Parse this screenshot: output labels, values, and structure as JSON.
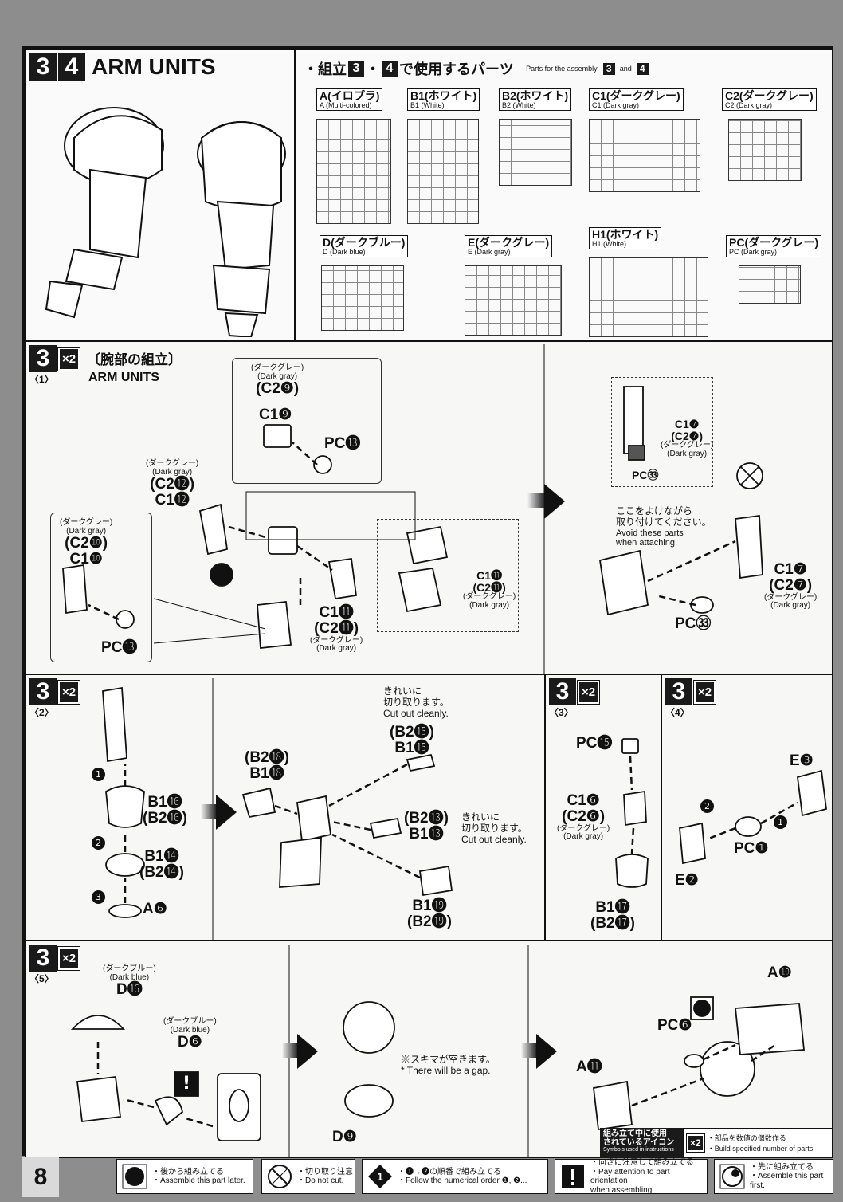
{
  "header": {
    "steps": [
      "3",
      "4"
    ],
    "title": "ARM UNITS",
    "parts_jp_prefix": "・組立",
    "parts_jp_mid": "・",
    "parts_jp_suffix": "で使用するパーツ",
    "parts_en": "- Parts for the assembly",
    "parts_en_and": "and"
  },
  "runners": [
    {
      "jp": "A(イロプラ)",
      "en": "A (Multi-colored)"
    },
    {
      "jp": "B1(ホワイト)",
      "en": "B1 (White)"
    },
    {
      "jp": "B2(ホワイト)",
      "en": "B2 (White)"
    },
    {
      "jp": "C1(ダークグレー)",
      "en": "C1 (Dark gray)"
    },
    {
      "jp": "C2(ダークグレー)",
      "en": "C2 (Dark gray)"
    },
    {
      "jp": "D(ダークブルー)",
      "en": "D (Dark blue)"
    },
    {
      "jp": "E(ダークグレー)",
      "en": "E (Dark gray)"
    },
    {
      "jp": "H1(ホワイト)",
      "en": "H1 (White)"
    },
    {
      "jp": "PC(ダークグレー)",
      "en": "PC (Dark gray)"
    }
  ],
  "step1": {
    "num": "3",
    "sub": "〈1〉",
    "mult": "×2",
    "title_jp": "〔腕部の組立〕",
    "title_en": "ARM UNITS",
    "color_jp": "(ダークグレー)",
    "color_en": "(Dark gray)",
    "labels": {
      "c2_9": "(C2❾)",
      "c1_9": "C1❾",
      "pc_13": "PC⓭",
      "c2_12": "(C2⓬)",
      "c1_12": "C1⓬",
      "c2_10": "(C2❿)",
      "c1_10": "C1❿",
      "c1_11": "C1⓫",
      "c2_11": "(C2⓫)",
      "c1_7": "C1❼",
      "c2_7": "(C2❼)",
      "pc_33": "PC㉝"
    },
    "avoid_jp": "ここをよけながら\n取り付けてください。",
    "avoid_en": "Avoid these parts\nwhen attaching."
  },
  "step2": {
    "num": "3",
    "sub": "〈2〉",
    "mult": "×2",
    "order": [
      "1",
      "2",
      "3"
    ],
    "labels": {
      "b1_16": "B1⓰",
      "b2_16": "(B2⓰)",
      "b1_14": "B1⓮",
      "b2_14": "(B2⓮)",
      "a_6": "A❻",
      "b2_18": "(B2⓲)",
      "b1_18": "B1⓲",
      "b2_15": "(B2⓯)",
      "b1_15": "B1⓯",
      "b2_13": "(B2⓭)",
      "b1_13": "B1⓭",
      "b1_19": "B1⓳",
      "b2_19": "(B2⓳)"
    },
    "cut_jp": "きれいに\n切り取ります。",
    "cut_en": "Cut out cleanly."
  },
  "step3": {
    "num": "3",
    "sub": "〈3〉",
    "mult": "×2",
    "labels": {
      "pc_15": "PC⓯",
      "c1_6": "C1❻",
      "c2_6": "(C2❻)",
      "b1_17": "B1⓱",
      "b2_17": "(B2⓱)"
    },
    "color_jp": "(ダークグレー)",
    "color_en": "(Dark gray)"
  },
  "step4": {
    "num": "3",
    "sub": "〈4〉",
    "mult": "×2",
    "labels": {
      "e_3": "E❸",
      "pc_1": "PC❶",
      "e_2": "E❷"
    }
  },
  "step5": {
    "num": "3",
    "sub": "〈5〉",
    "mult": "×2",
    "color_jp": "(ダークブルー)",
    "color_en": "(Dark blue)",
    "labels": {
      "d_16": "D⓰",
      "d_6": "D❻",
      "d_9": "D❾",
      "a_10": "A❿",
      "pc_6": "PC❻",
      "a_11": "A⓫"
    },
    "gap_jp": "※スキマが空きます。",
    "gap_en": "* There will be a gap."
  },
  "legend": {
    "title_jp": "組み立て中に使用\nされているアイコン",
    "title_en": "Symbols used in instructions",
    "x2_jp": "・部品を数値の個数作る",
    "x2_en": "・Build specified number of parts."
  },
  "footer": {
    "page": "8",
    "items": [
      {
        "jp": "・後から組み立てる",
        "en": "・Assemble this part later."
      },
      {
        "jp": "・切り取り注意",
        "en": "・Do not cut."
      },
      {
        "jp": "・❶→❷の順番で組み立てる",
        "en": "・Follow the numerical order ❶, ❷..."
      },
      {
        "jp": "・向きに注意して組み立てる",
        "en": "・Pay attention to part orientation\nwhen assembling."
      },
      {
        "jp": "・先に組み立てる",
        "en": "・Assemble this part first."
      }
    ]
  }
}
